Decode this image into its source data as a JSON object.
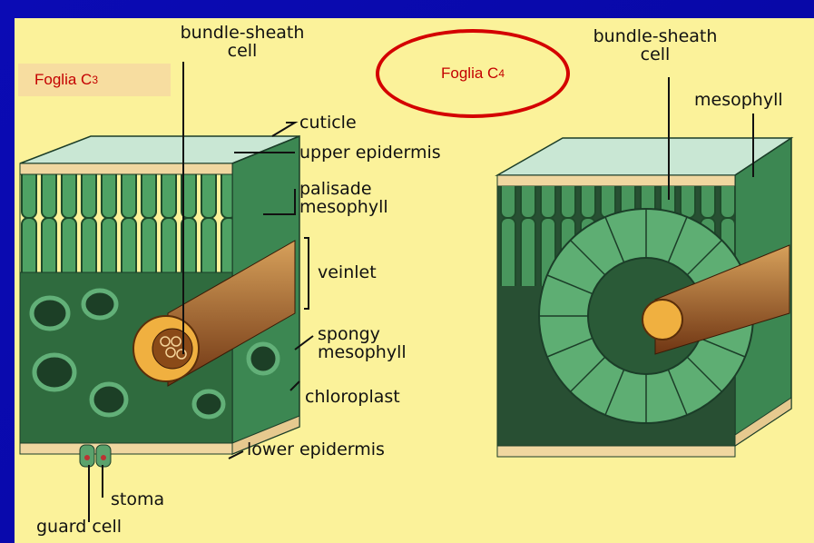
{
  "titles": {
    "c3_prefix": "Foglia C",
    "c3_sub": "3",
    "c4_prefix": "Foglia C",
    "c4_sub": "4"
  },
  "labels": {
    "bundle_sheath_left_1": "bundle-sheath",
    "bundle_sheath_left_2": "cell",
    "cuticle": "cuticle",
    "upper_epidermis": "upper epidermis",
    "palisade_1": "palisade",
    "palisade_2": "mesophyll",
    "veinlet": "veinlet",
    "spongy_1": "spongy",
    "spongy_2": "mesophyll",
    "chloroplast": "chloroplast",
    "lower_epidermis": "lower epidermis",
    "stoma": "stoma",
    "guard_cell": "guard cell",
    "bundle_sheath_right_1": "bundle-sheath",
    "bundle_sheath_right_2": "cell",
    "mesophyll_right": "mesophyll"
  },
  "colors": {
    "background_frame": "#0a0aa8",
    "panel": "#fbf29a",
    "title_text": "#c40000",
    "highlight_ellipse": "#d40000",
    "leaf_green": "#3f8f55",
    "leaf_dark": "#1f4d2c",
    "epidermis": "#f2d9a2",
    "vein": "#7a3f18"
  }
}
